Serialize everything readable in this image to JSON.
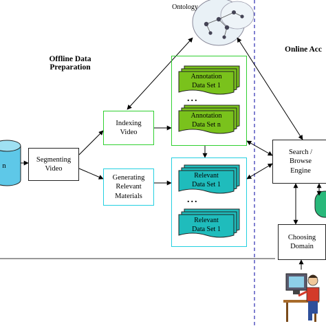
{
  "ontology": {
    "label": "Ontology"
  },
  "sections": {
    "offline": "Offline Data\nPreparation",
    "online": "Online Acc"
  },
  "source": {
    "label": "n"
  },
  "segmenting": {
    "label": "Segmenting\nVideo"
  },
  "indexing": {
    "label": "Indexing\nVideo"
  },
  "generating": {
    "label": "Generating\nRelevant\nMaterials"
  },
  "annotation_group": {
    "first": "Annotation\nData Set 1",
    "ellipsis": "...",
    "last": "Annotation\nData Set n",
    "fill": "#7ac21c"
  },
  "relevant_group": {
    "first": "Relevant\nData Set 1",
    "ellipsis": "...",
    "last": "Relevant\nData Set 1",
    "fill": "#1fbcbc"
  },
  "search": {
    "label": "Search /\nBrowse\nEngine"
  },
  "choosing": {
    "label": "Choosing\nDomain"
  },
  "colors": {
    "offline_border": "#2fd02f",
    "relevant_border": "#22cfe0",
    "ontology_fill": "#e6eff4",
    "divider": "#2b2bb0",
    "domain_blob": "#28b87a"
  },
  "icons": [
    "ontology-graph-icon",
    "database-cylinder-icon",
    "user-at-computer-icon"
  ]
}
